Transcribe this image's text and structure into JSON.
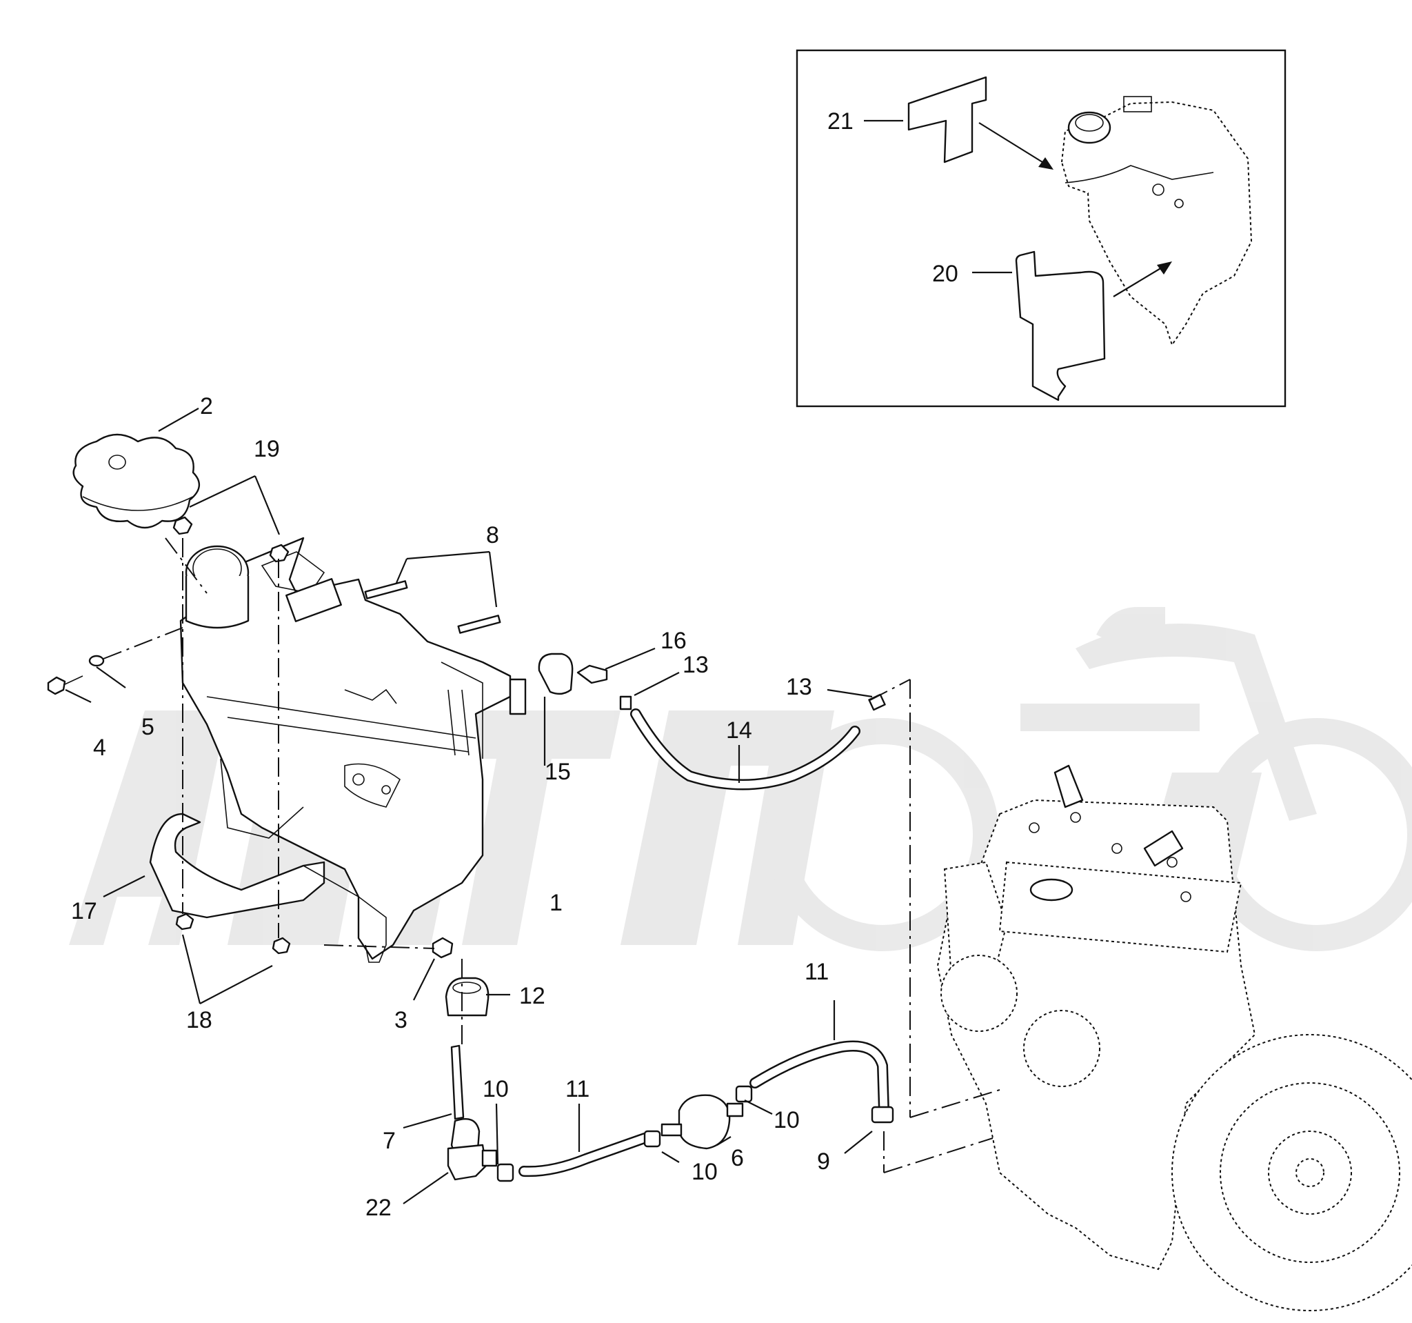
{
  "callouts": [
    {
      "id": "1",
      "label": "1"
    },
    {
      "id": "2",
      "label": "2"
    },
    {
      "id": "3",
      "label": "3"
    },
    {
      "id": "4",
      "label": "4"
    },
    {
      "id": "5",
      "label": "5"
    },
    {
      "id": "6",
      "label": "6"
    },
    {
      "id": "7",
      "label": "7"
    },
    {
      "id": "8",
      "label": "8"
    },
    {
      "id": "9",
      "label": "9"
    },
    {
      "id": "10a",
      "label": "10"
    },
    {
      "id": "10b",
      "label": "10"
    },
    {
      "id": "10c",
      "label": "10"
    },
    {
      "id": "11a",
      "label": "11"
    },
    {
      "id": "11b",
      "label": "11"
    },
    {
      "id": "12",
      "label": "12"
    },
    {
      "id": "13a",
      "label": "13"
    },
    {
      "id": "13b",
      "label": "13"
    },
    {
      "id": "14",
      "label": "14"
    },
    {
      "id": "15",
      "label": "15"
    },
    {
      "id": "16",
      "label": "16"
    },
    {
      "id": "17",
      "label": "17"
    },
    {
      "id": "18",
      "label": "18"
    },
    {
      "id": "19",
      "label": "19"
    },
    {
      "id": "20",
      "label": "20"
    },
    {
      "id": "21",
      "label": "21"
    },
    {
      "id": "22",
      "label": "22"
    }
  ],
  "watermark": {
    "brand-icon": "motorcycle-watermark-icon"
  }
}
